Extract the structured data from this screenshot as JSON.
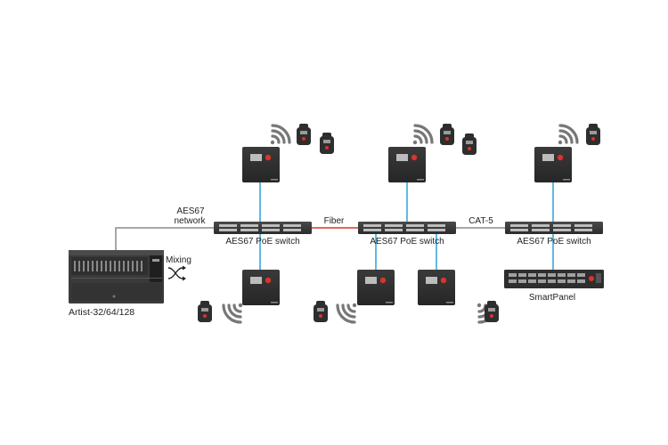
{
  "labels": {
    "aes67_line1": "AES67",
    "aes67_line2": "network",
    "fiber": "Fiber",
    "cat5": "CAT-5",
    "mixing": "Mixing",
    "mixer": "Artist-32/64/128",
    "smartpanel": "SmartPanel",
    "switch_1": "AES67 PoE switch",
    "switch_2": "AES67 PoE switch",
    "switch_3": "AES67 PoE switch"
  },
  "colors": {
    "background": "#ffffff",
    "network_line": "#8a8a8a",
    "fiber_line": "#d9342b",
    "poe_link": "#2aa3d8",
    "device_body": "#2b2b2b",
    "device_edge": "#3a3a3a",
    "wireless_arc": "#777777",
    "label_text": "#222222"
  },
  "icons": {
    "antenna_station": "antenna-station-icon",
    "beltpack": "beltpack-icon",
    "wireless_signal": "wireless-signal-icon",
    "switch": "network-switch-icon",
    "mixer": "mixer-frame-icon",
    "smartpanel": "smartpanel-icon",
    "crossover": "crossover-arrows-icon"
  }
}
